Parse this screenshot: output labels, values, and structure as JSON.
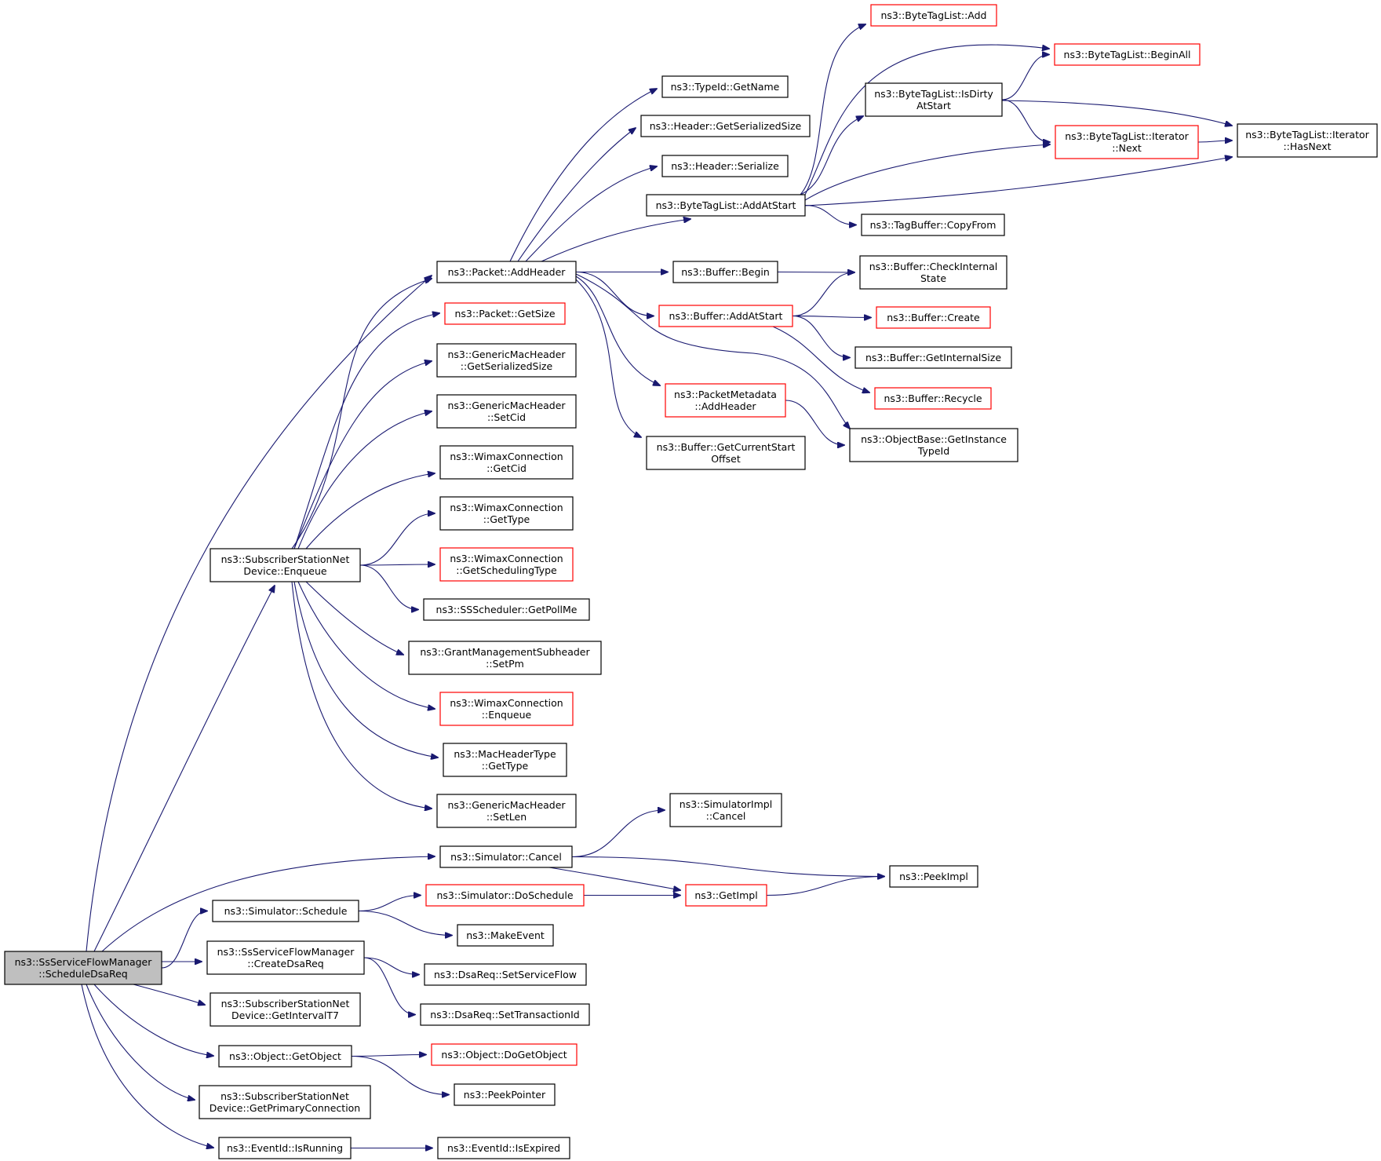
{
  "graph": {
    "root": "ns3::SsServiceFlowManager ::ScheduleDsaReq",
    "nodes": [
      {
        "id": "root",
        "lines": [
          "ns3::SsServiceFlowManager",
          "::ScheduleDsaReq"
        ],
        "style": "root"
      },
      {
        "id": "addheader",
        "lines": [
          "ns3::Packet::AddHeader"
        ],
        "style": "plain"
      },
      {
        "id": "getsize",
        "lines": [
          "ns3::Packet::GetSize"
        ],
        "style": "red"
      },
      {
        "id": "gmh_getser",
        "lines": [
          "ns3::GenericMacHeader",
          "::GetSerializedSize"
        ],
        "style": "plain"
      },
      {
        "id": "gmh_setcid",
        "lines": [
          "ns3::GenericMacHeader",
          "::SetCid"
        ],
        "style": "plain"
      },
      {
        "id": "wc_getcid",
        "lines": [
          "ns3::WimaxConnection",
          "::GetCid"
        ],
        "style": "plain"
      },
      {
        "id": "wc_gettype",
        "lines": [
          "ns3::WimaxConnection",
          "::GetType"
        ],
        "style": "plain"
      },
      {
        "id": "wc_getsched",
        "lines": [
          "ns3::WimaxConnection",
          "::GetSchedulingType"
        ],
        "style": "red"
      },
      {
        "id": "ssched",
        "lines": [
          "ns3::SSScheduler::GetPollMe"
        ],
        "style": "plain"
      },
      {
        "id": "gms_setpm",
        "lines": [
          "ns3::GrantManagementSubheader",
          "::SetPm"
        ],
        "style": "plain"
      },
      {
        "id": "wc_enqueue",
        "lines": [
          "ns3::WimaxConnection",
          "::Enqueue"
        ],
        "style": "red"
      },
      {
        "id": "mht_gettype",
        "lines": [
          "ns3::MacHeaderType",
          "::GetType"
        ],
        "style": "plain"
      },
      {
        "id": "gmh_setlen",
        "lines": [
          "ns3::GenericMacHeader",
          "::SetLen"
        ],
        "style": "plain"
      },
      {
        "id": "ssnd_enqueue",
        "lines": [
          "ns3::SubscriberStationNet",
          "Device::Enqueue"
        ],
        "style": "plain"
      },
      {
        "id": "sim_cancel",
        "lines": [
          "ns3::Simulator::Cancel"
        ],
        "style": "plain"
      },
      {
        "id": "sim_schedule",
        "lines": [
          "ns3::Simulator::Schedule"
        ],
        "style": "plain"
      },
      {
        "id": "createdsareq",
        "lines": [
          "ns3::SsServiceFlowManager",
          "::CreateDsaReq"
        ],
        "style": "plain"
      },
      {
        "id": "getintervalt7",
        "lines": [
          "ns3::SubscriberStationNet",
          "Device::GetIntervalT7"
        ],
        "style": "plain"
      },
      {
        "id": "getobject",
        "lines": [
          "ns3::Object::GetObject"
        ],
        "style": "plain"
      },
      {
        "id": "getprimary",
        "lines": [
          "ns3::SubscriberStationNet",
          "Device::GetPrimaryConnection"
        ],
        "style": "plain"
      },
      {
        "id": "isrunning",
        "lines": [
          "ns3::EventId::IsRunning"
        ],
        "style": "plain"
      },
      {
        "id": "typeid_getname",
        "lines": [
          "ns3::TypeId::GetName"
        ],
        "style": "plain"
      },
      {
        "id": "hdr_getser",
        "lines": [
          "ns3::Header::GetSerializedSize"
        ],
        "style": "plain"
      },
      {
        "id": "hdr_serialize",
        "lines": [
          "ns3::Header::Serialize"
        ],
        "style": "plain"
      },
      {
        "id": "btl_addatstart",
        "lines": [
          "ns3::ByteTagList::AddAtStart"
        ],
        "style": "plain"
      },
      {
        "id": "buf_begin",
        "lines": [
          "ns3::Buffer::Begin"
        ],
        "style": "plain"
      },
      {
        "id": "buf_addatstart",
        "lines": [
          "ns3::Buffer::AddAtStart"
        ],
        "style": "red"
      },
      {
        "id": "pm_addheader",
        "lines": [
          "ns3::PacketMetadata",
          "::AddHeader"
        ],
        "style": "red"
      },
      {
        "id": "buf_getcso",
        "lines": [
          "ns3::Buffer::GetCurrentStart",
          "Offset"
        ],
        "style": "plain"
      },
      {
        "id": "simimpl_cancel",
        "lines": [
          "ns3::SimulatorImpl",
          "::Cancel"
        ],
        "style": "plain"
      },
      {
        "id": "sim_doschedule",
        "lines": [
          "ns3::Simulator::DoSchedule"
        ],
        "style": "red"
      },
      {
        "id": "makeevent",
        "lines": [
          "ns3::MakeEvent"
        ],
        "style": "plain"
      },
      {
        "id": "dsareq_setsf",
        "lines": [
          "ns3::DsaReq::SetServiceFlow"
        ],
        "style": "plain"
      },
      {
        "id": "dsareq_settid",
        "lines": [
          "ns3::DsaReq::SetTransactionId"
        ],
        "style": "plain"
      },
      {
        "id": "obj_dogetobject",
        "lines": [
          "ns3::Object::DoGetObject"
        ],
        "style": "red"
      },
      {
        "id": "peekpointer",
        "lines": [
          "ns3::PeekPointer"
        ],
        "style": "plain"
      },
      {
        "id": "eid_isexpired",
        "lines": [
          "ns3::EventId::IsExpired"
        ],
        "style": "plain"
      },
      {
        "id": "getimpl",
        "lines": [
          "ns3::GetImpl"
        ],
        "style": "red"
      },
      {
        "id": "peekimpl",
        "lines": [
          "ns3::PeekImpl"
        ],
        "style": "plain"
      },
      {
        "id": "btl_add",
        "lines": [
          "ns3::ByteTagList::Add"
        ],
        "style": "red"
      },
      {
        "id": "btl_isdirty",
        "lines": [
          "ns3::ByteTagList::IsDirty",
          "AtStart"
        ],
        "style": "plain"
      },
      {
        "id": "btl_beginall",
        "lines": [
          "ns3::ByteTagList::BeginAll"
        ],
        "style": "red"
      },
      {
        "id": "btl_it_next",
        "lines": [
          "ns3::ByteTagList::Iterator",
          "::Next"
        ],
        "style": "red"
      },
      {
        "id": "btl_it_hasnext",
        "lines": [
          "ns3::ByteTagList::Iterator",
          "::HasNext"
        ],
        "style": "plain"
      },
      {
        "id": "tagbuf_copyfrom",
        "lines": [
          "ns3::TagBuffer::CopyFrom"
        ],
        "style": "plain"
      },
      {
        "id": "buf_checkint",
        "lines": [
          "ns3::Buffer::CheckInternal",
          "State"
        ],
        "style": "plain"
      },
      {
        "id": "buf_create",
        "lines": [
          "ns3::Buffer::Create"
        ],
        "style": "red"
      },
      {
        "id": "buf_getintsize",
        "lines": [
          "ns3::Buffer::GetInternalSize"
        ],
        "style": "plain"
      },
      {
        "id": "buf_recycle",
        "lines": [
          "ns3::Buffer::Recycle"
        ],
        "style": "red"
      },
      {
        "id": "ob_getinstance",
        "lines": [
          "ns3::ObjectBase::GetInstance",
          "TypeId"
        ],
        "style": "plain"
      }
    ],
    "edges": [
      [
        "root",
        "addheader"
      ],
      [
        "root",
        "ssnd_enqueue"
      ],
      [
        "root",
        "sim_cancel"
      ],
      [
        "root",
        "sim_schedule"
      ],
      [
        "root",
        "createdsareq"
      ],
      [
        "root",
        "getintervalt7"
      ],
      [
        "root",
        "getobject"
      ],
      [
        "root",
        "getprimary"
      ],
      [
        "root",
        "isrunning"
      ],
      [
        "ssnd_enqueue",
        "addheader"
      ],
      [
        "ssnd_enqueue",
        "getsize"
      ],
      [
        "ssnd_enqueue",
        "gmh_getser"
      ],
      [
        "ssnd_enqueue",
        "gmh_setcid"
      ],
      [
        "ssnd_enqueue",
        "wc_getcid"
      ],
      [
        "ssnd_enqueue",
        "wc_gettype"
      ],
      [
        "ssnd_enqueue",
        "wc_getsched"
      ],
      [
        "ssnd_enqueue",
        "ssched"
      ],
      [
        "ssnd_enqueue",
        "gms_setpm"
      ],
      [
        "ssnd_enqueue",
        "wc_enqueue"
      ],
      [
        "ssnd_enqueue",
        "mht_gettype"
      ],
      [
        "ssnd_enqueue",
        "gmh_setlen"
      ],
      [
        "addheader",
        "typeid_getname"
      ],
      [
        "addheader",
        "hdr_getser"
      ],
      [
        "addheader",
        "hdr_serialize"
      ],
      [
        "addheader",
        "btl_addatstart"
      ],
      [
        "addheader",
        "buf_begin"
      ],
      [
        "addheader",
        "buf_addatstart"
      ],
      [
        "addheader",
        "pm_addheader"
      ],
      [
        "addheader",
        "buf_getcso"
      ],
      [
        "addheader",
        "ob_getinstance"
      ],
      [
        "btl_addatstart",
        "btl_add"
      ],
      [
        "btl_addatstart",
        "btl_beginall"
      ],
      [
        "btl_addatstart",
        "btl_isdirty"
      ],
      [
        "btl_addatstart",
        "btl_it_next"
      ],
      [
        "btl_addatstart",
        "btl_it_hasnext"
      ],
      [
        "btl_addatstart",
        "tagbuf_copyfrom"
      ],
      [
        "btl_isdirty",
        "btl_beginall"
      ],
      [
        "btl_isdirty",
        "btl_it_next"
      ],
      [
        "btl_isdirty",
        "btl_it_hasnext"
      ],
      [
        "btl_it_next",
        "btl_it_hasnext"
      ],
      [
        "buf_begin",
        "buf_checkint"
      ],
      [
        "buf_addatstart",
        "buf_checkint"
      ],
      [
        "buf_addatstart",
        "buf_create"
      ],
      [
        "buf_addatstart",
        "buf_getintsize"
      ],
      [
        "buf_addatstart",
        "buf_recycle"
      ],
      [
        "pm_addheader",
        "ob_getinstance"
      ],
      [
        "sim_cancel",
        "simimpl_cancel"
      ],
      [
        "sim_cancel",
        "peekimpl"
      ],
      [
        "sim_cancel",
        "getimpl"
      ],
      [
        "sim_schedule",
        "sim_doschedule"
      ],
      [
        "sim_schedule",
        "makeevent"
      ],
      [
        "sim_doschedule",
        "getimpl"
      ],
      [
        "getimpl",
        "peekimpl"
      ],
      [
        "createdsareq",
        "dsareq_setsf"
      ],
      [
        "createdsareq",
        "dsareq_settid"
      ],
      [
        "getobject",
        "obj_dogetobject"
      ],
      [
        "getobject",
        "peekpointer"
      ],
      [
        "isrunning",
        "eid_isexpired"
      ]
    ]
  }
}
